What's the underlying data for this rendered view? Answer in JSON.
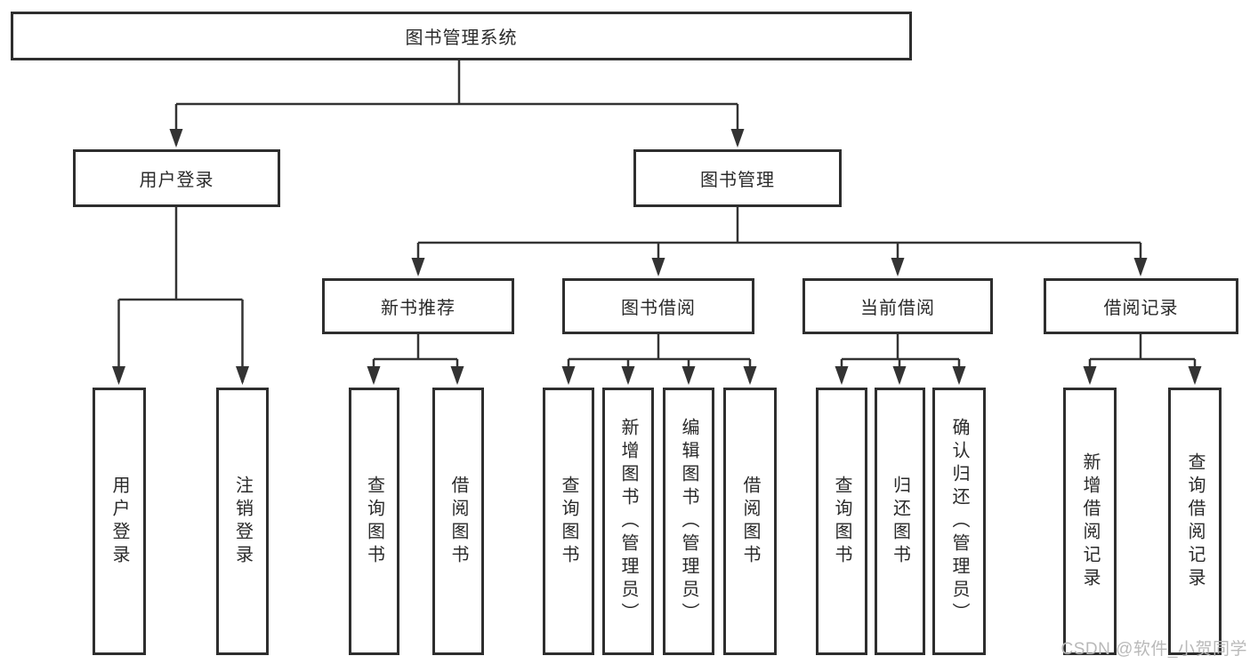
{
  "diagram": {
    "root": {
      "label": "图书管理系统"
    },
    "level2": [
      {
        "label": "用户登录"
      },
      {
        "label": "图书管理"
      }
    ],
    "level3": [
      {
        "label": "新书推荐"
      },
      {
        "label": "图书借阅"
      },
      {
        "label": "当前借阅"
      },
      {
        "label": "借阅记录"
      }
    ],
    "leaves": [
      {
        "label": "用户登录"
      },
      {
        "label": "注销登录"
      },
      {
        "label": "查询图书"
      },
      {
        "label": "借阅图书"
      },
      {
        "label": "查询图书"
      },
      {
        "label": "新增图书（管理员）"
      },
      {
        "label": "编辑图书（管理员）"
      },
      {
        "label": "借阅图书"
      },
      {
        "label": "查询图书"
      },
      {
        "label": "归还图书"
      },
      {
        "label": "确认归还（管理员）"
      },
      {
        "label": "新增借阅记录"
      },
      {
        "label": "查询借阅记录"
      }
    ],
    "watermark": "CSDN @软件_小贺同学",
    "colors": {
      "line": "#333333",
      "box_border": "#2e2e2e",
      "box_fill": "#ffffff",
      "text": "#2a2a2a",
      "watermark": "#b9b9b9",
      "background": "#ffffff"
    }
  }
}
